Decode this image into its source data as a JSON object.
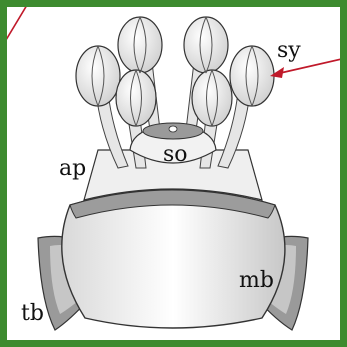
{
  "labels": {
    "sy": "sy",
    "so": "so",
    "ap": "ap",
    "mb": "mb",
    "tb": "tb"
  },
  "colors": {
    "frame": "#3d8b2f",
    "pointer_arrow": "#c0192a",
    "outline": "#333333",
    "light_fill": "#f2f2f2",
    "mid_fill": "#bdbdbd",
    "dark_fill": "#8a8a8a"
  }
}
